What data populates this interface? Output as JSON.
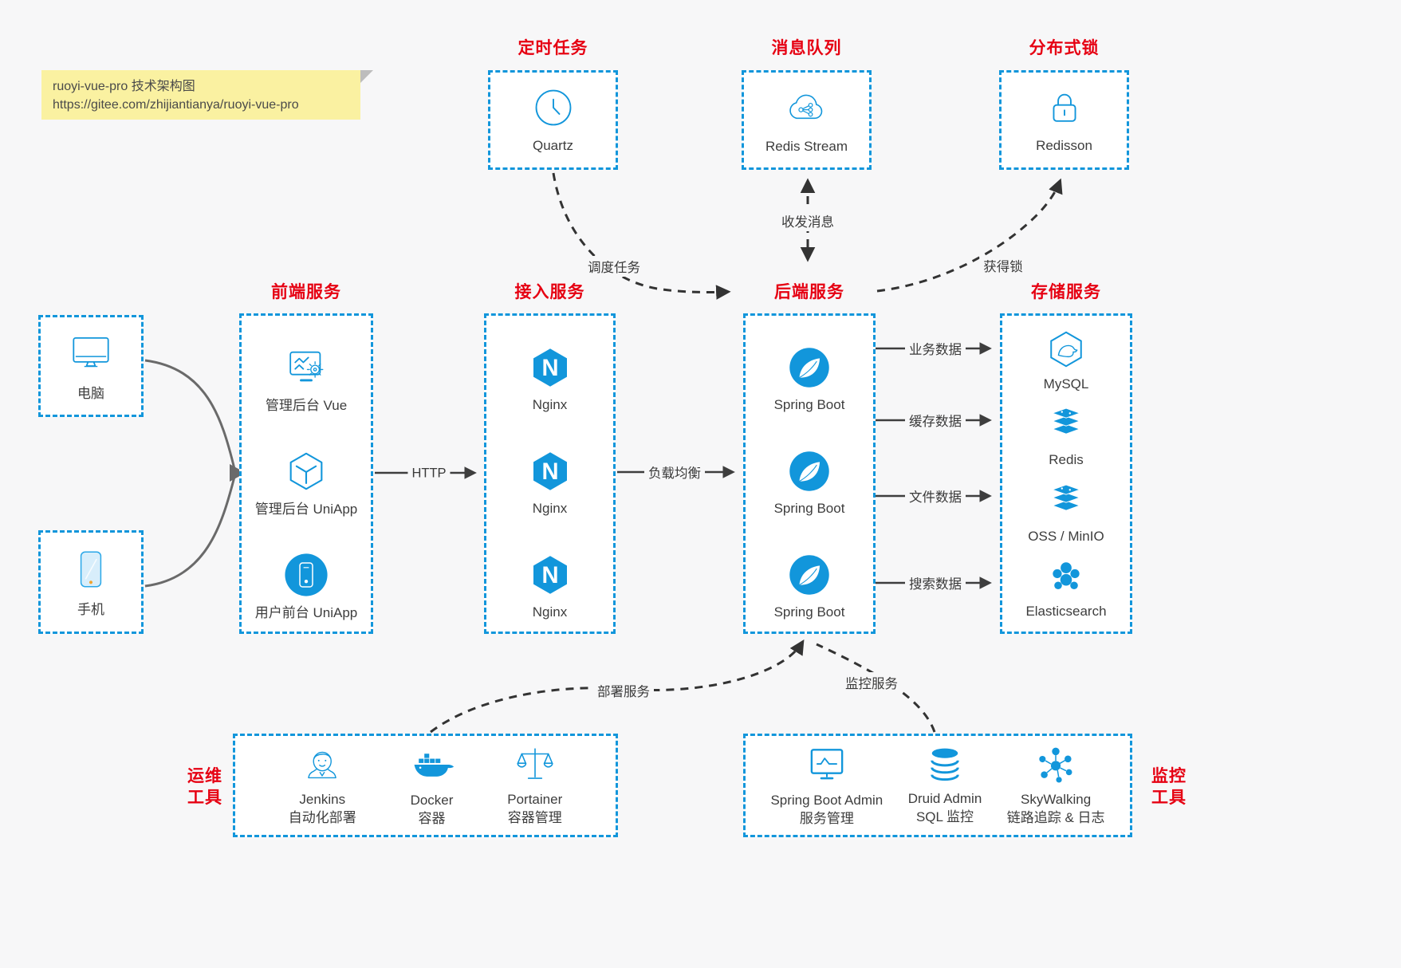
{
  "page": {
    "background": "#f7f7f8",
    "accent_blue": "#1296db",
    "accent_red": "#e60012",
    "arrow_dark": "#3e3e3e",
    "arrow_gray": "#6a6a6a",
    "note_bg": "#faf1a1"
  },
  "note": {
    "title": "ruoyi-vue-pro 技术架构图",
    "url": "https://gitee.com/zhijiantianya/ruoyi-vue-pro"
  },
  "top_groups": [
    {
      "title": "定时任务",
      "item": {
        "label": "Quartz",
        "icon": "clock-icon"
      }
    },
    {
      "title": "消息队列",
      "item": {
        "label": "Redis Stream",
        "icon": "cloud-mq-icon"
      }
    },
    {
      "title": "分布式锁",
      "item": {
        "label": "Redisson",
        "icon": "lock-icon"
      }
    }
  ],
  "clients": [
    {
      "label": "电脑",
      "icon": "desktop-icon"
    },
    {
      "label": "手机",
      "icon": "mobile-icon"
    }
  ],
  "columns": [
    {
      "title": "前端服务",
      "items": [
        {
          "label": "管理后台 Vue",
          "icon": "admin-vue-icon"
        },
        {
          "label": "管理后台 UniApp",
          "icon": "uniapp-cube-icon"
        },
        {
          "label": "用户前台 UniApp",
          "icon": "user-app-icon"
        }
      ]
    },
    {
      "title": "接入服务",
      "items": [
        {
          "label": "Nginx",
          "icon": "nginx-icon"
        },
        {
          "label": "Nginx",
          "icon": "nginx-icon"
        },
        {
          "label": "Nginx",
          "icon": "nginx-icon"
        }
      ]
    },
    {
      "title": "后端服务",
      "items": [
        {
          "label": "Spring Boot",
          "icon": "spring-icon"
        },
        {
          "label": "Spring Boot",
          "icon": "spring-icon"
        },
        {
          "label": "Spring Boot",
          "icon": "spring-icon"
        }
      ]
    },
    {
      "title": "存储服务",
      "items": [
        {
          "label": "MySQL",
          "icon": "mysql-icon"
        },
        {
          "label": "Redis",
          "icon": "redis-icon"
        },
        {
          "label": "OSS / MinIO",
          "icon": "oss-icon"
        },
        {
          "label": "Elasticsearch",
          "icon": "elasticsearch-icon"
        }
      ]
    }
  ],
  "bottom_groups": [
    {
      "title_line1": "运维",
      "title_line2": "工具",
      "items": [
        {
          "label": "Jenkins",
          "sublabel": "自动化部署",
          "icon": "jenkins-icon"
        },
        {
          "label": "Docker",
          "sublabel": "容器",
          "icon": "docker-icon"
        },
        {
          "label": "Portainer",
          "sublabel": "容器管理",
          "icon": "portainer-icon"
        }
      ]
    },
    {
      "title_line1": "监控",
      "title_line2": "工具",
      "items": [
        {
          "label": "Spring Boot Admin",
          "sublabel": "服务管理",
          "icon": "sba-icon"
        },
        {
          "label": "Druid Admin",
          "sublabel": "SQL 监控",
          "icon": "druid-icon"
        },
        {
          "label": "SkyWalking",
          "sublabel": "链路追踪 & 日志",
          "icon": "skywalking-icon"
        }
      ]
    }
  ],
  "edge_labels": {
    "http": "HTTP",
    "load_balance": "负载均衡",
    "business_data": "业务数据",
    "cache_data": "缓存数据",
    "file_data": "文件数据",
    "search_data": "搜索数据",
    "schedule_task": "调度任务",
    "send_receive_message": "收发消息",
    "acquire_lock": "获得锁",
    "deploy_service": "部署服务",
    "monitor_service": "监控服务"
  }
}
